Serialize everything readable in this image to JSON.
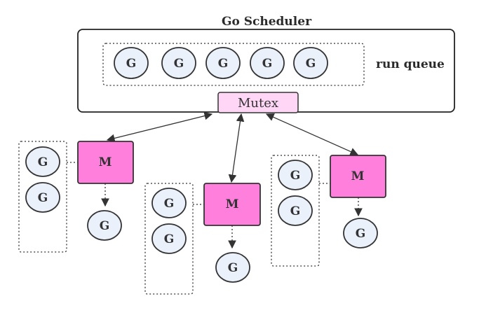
{
  "title": "Go Scheduler",
  "run_queue_label": "run queue",
  "mutex_label": "Mutex",
  "g_label": "G",
  "m_label": "M",
  "run_queue_goroutines": [
    "G",
    "G",
    "G",
    "G",
    "G"
  ],
  "threads": [
    {
      "label": "M",
      "local_queue": [
        "G",
        "G"
      ],
      "running": "G"
    },
    {
      "label": "M",
      "local_queue": [
        "G",
        "G"
      ],
      "running": "G"
    },
    {
      "label": "M",
      "local_queue": [
        "G",
        "G"
      ],
      "running": "G"
    }
  ],
  "colors": {
    "goroutine_fill": "#eaf1fb",
    "thread_fill": "#ff7fdc",
    "mutex_fill": "#ffd6f5",
    "stroke": "#333333"
  }
}
